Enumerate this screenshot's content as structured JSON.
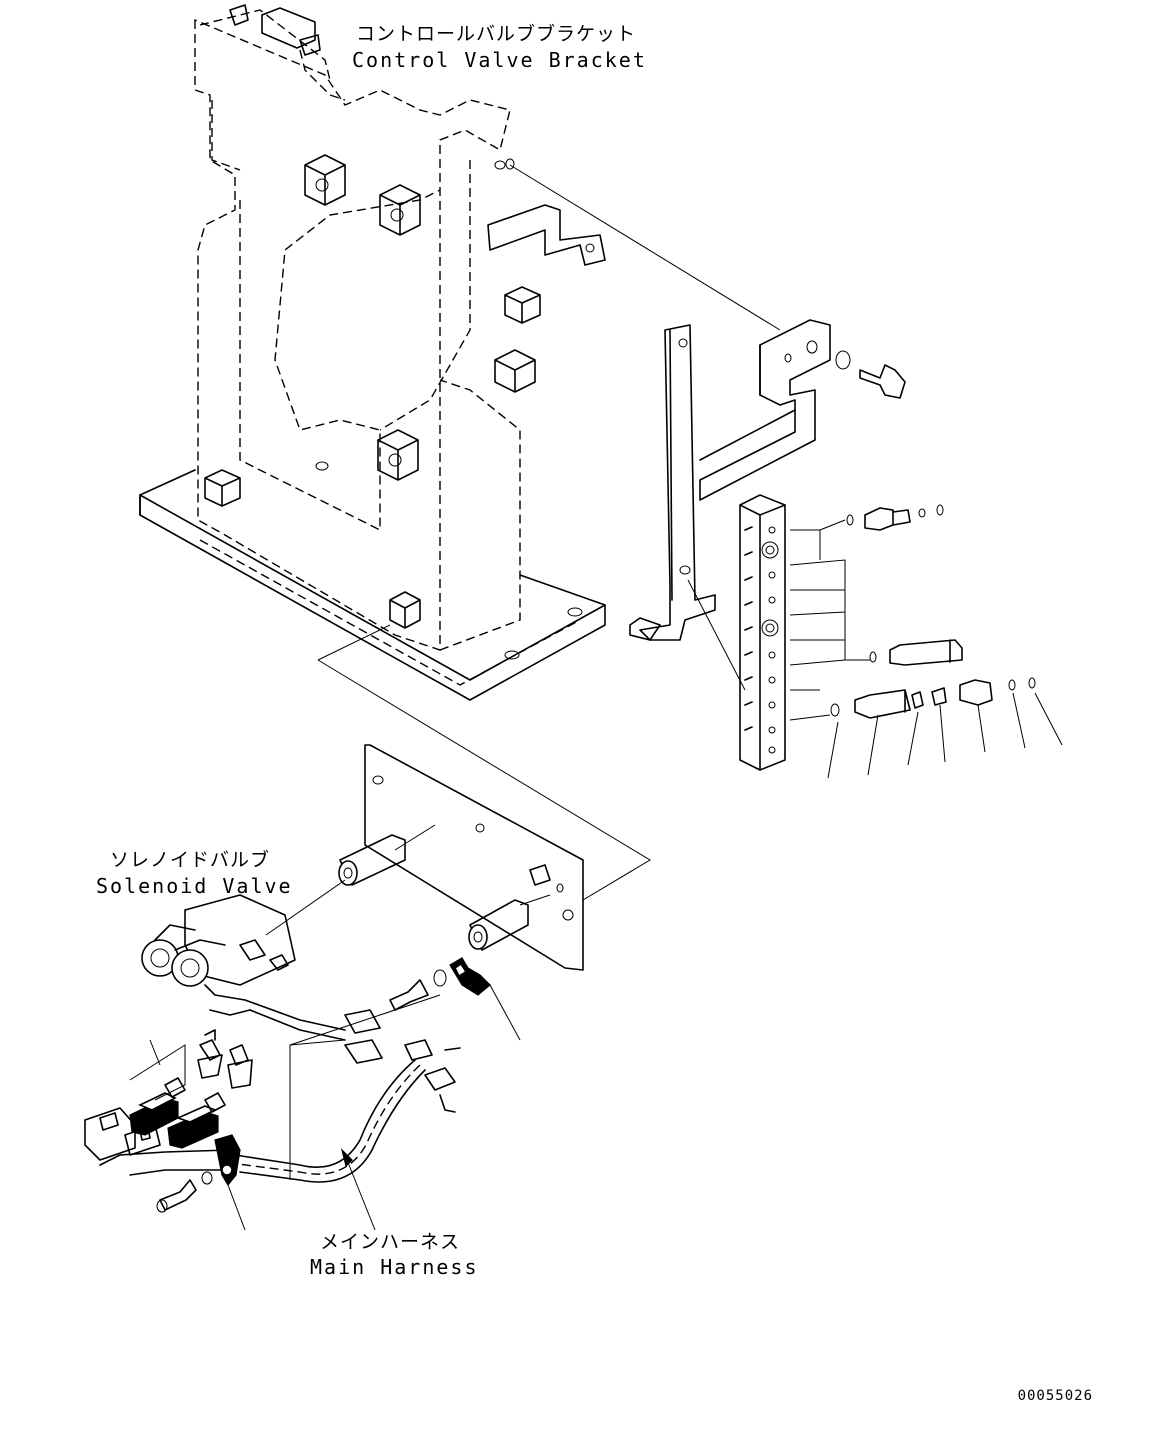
{
  "labels": {
    "bracket_jp": "コントロールバルブブラケット",
    "bracket_en": "Control Valve Bracket",
    "solenoid_jp": "ソレノイドバルブ",
    "solenoid_en": "Solenoid Valve",
    "harness_jp": "メインハーネス",
    "harness_en": "Main Harness"
  },
  "document_number": "00055026"
}
